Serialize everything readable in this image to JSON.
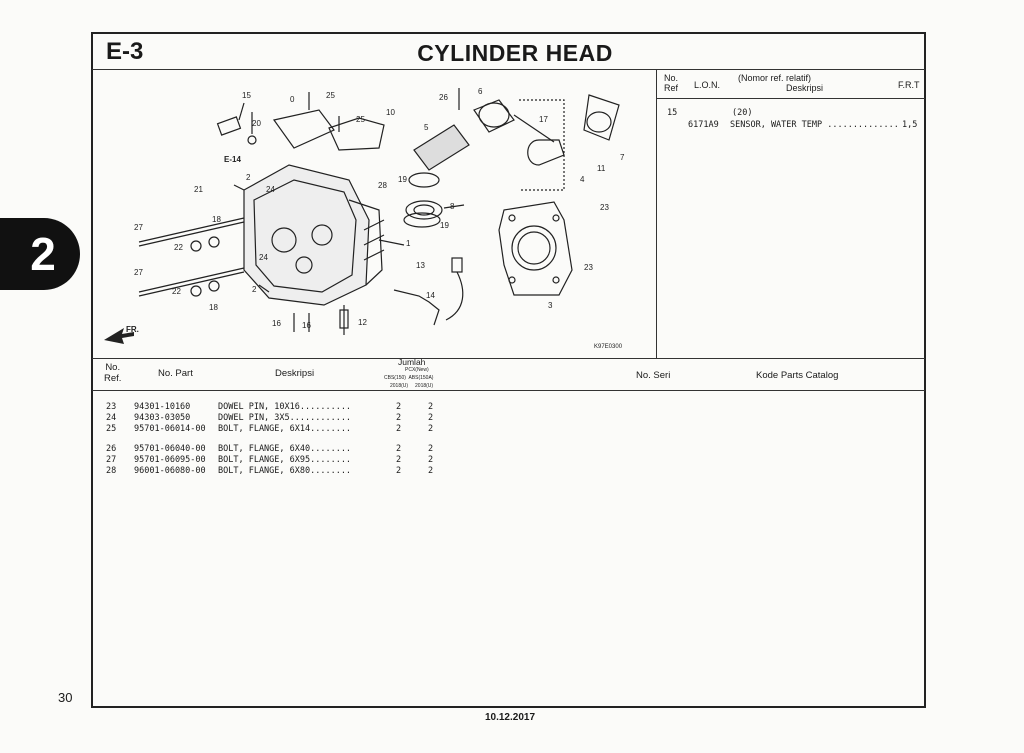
{
  "section_tab": "2",
  "page_number": "30",
  "header": {
    "code": "E-3",
    "title": "CYLINDER HEAD"
  },
  "ref_table": {
    "col_no_ref": "No.\nRef",
    "col_lon": "L.O.N.",
    "col_desc_1": "(Nomor ref. relatif)",
    "col_desc_2": "Deskripsi",
    "col_frt": "F.R.T",
    "row": {
      "ref": "15",
      "rel": "(20)",
      "lon": "6171A9",
      "desc": "SENSOR, WATER TEMP ..............",
      "frt": "1,5"
    }
  },
  "illustration": {
    "figure_code": "K97E0300",
    "labels": [
      "15",
      "0",
      "25",
      "26",
      "6",
      "10",
      "25",
      "20",
      "5",
      "17",
      "E-14",
      "2",
      "28",
      "21",
      "24",
      "19",
      "8",
      "7",
      "11",
      "4",
      "27",
      "18",
      "22",
      "23",
      "1",
      "19",
      "23",
      "27",
      "13",
      "22",
      "24",
      "2",
      "14",
      "18",
      "3",
      "16",
      "16",
      "12",
      "FR."
    ]
  },
  "parts_table": {
    "col_no_ref": "No.\nRef.",
    "col_no_part": "No. Part",
    "col_desc": "Deskripsi",
    "col_qty": "Jumlah",
    "col_qty_sub1": "PCX(New)",
    "col_qty_sub2": "CBS(150)  ABS(150A)",
    "col_qty_sub3": "2018(U)     2018(U)",
    "col_no_seri": "No. Seri",
    "col_catalog": "Kode Parts Catalog",
    "rows": [
      {
        "ref": "23",
        "part": "94301-10160",
        "desc": "DOWEL PIN, 10X16..........",
        "q1": "2",
        "q2": "2"
      },
      {
        "ref": "24",
        "part": "94303-03050",
        "desc": "DOWEL PIN, 3X5............",
        "q1": "2",
        "q2": "2"
      },
      {
        "ref": "25",
        "part": "95701-06014-00",
        "desc": "BOLT, FLANGE, 6X14........",
        "q1": "2",
        "q2": "2"
      },
      {
        "ref": "26",
        "part": "95701-06040-00",
        "desc": "BOLT, FLANGE, 6X40........",
        "q1": "2",
        "q2": "2"
      },
      {
        "ref": "27",
        "part": "95701-06095-00",
        "desc": "BOLT, FLANGE, 6X95........",
        "q1": "2",
        "q2": "2"
      },
      {
        "ref": "28",
        "part": "96001-06080-00",
        "desc": "BOLT, FLANGE, 6X80........",
        "q1": "2",
        "q2": "2"
      }
    ]
  },
  "footer_date": "10.12.2017"
}
